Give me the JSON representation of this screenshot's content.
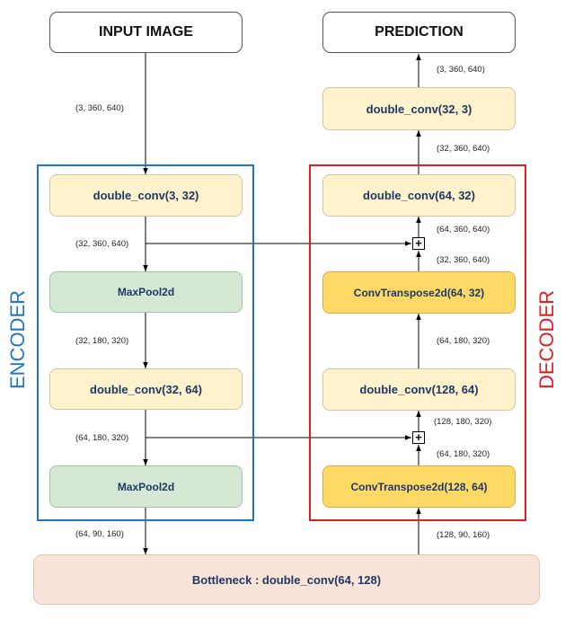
{
  "colors": {
    "encoder": "#1f77c4",
    "decoder": "#e02020",
    "double_conv": "#fff2cc",
    "maxpool": "#d5e8d4",
    "conv_transpose": "#ffd966",
    "bottleneck": "#fae3d8",
    "block_text": "#1f3864"
  },
  "icons": {
    "merge": "plus-junction-icon"
  },
  "input": {
    "label": "INPUT IMAGE"
  },
  "output": {
    "label": "PREDICTION"
  },
  "encoder": {
    "label": "ENCODER",
    "blocks": [
      "double_conv(3, 32)",
      "MaxPool2d",
      "double_conv(32, 64)",
      "MaxPool2d"
    ],
    "shapes": [
      "(3, 360, 640)",
      "(32, 360, 640)",
      "(32, 180, 320)",
      "(64, 180, 320)",
      "(64, 90, 160)"
    ]
  },
  "bottleneck": {
    "label": "Bottleneck : double_conv(64, 128)"
  },
  "decoder": {
    "label": "DECODER",
    "blocks": [
      "ConvTranspose2d(128, 64)",
      "double_conv(128, 64)",
      "ConvTranspose2d(64, 32)",
      "double_conv(64, 32)",
      "double_conv(32, 3)"
    ],
    "shapes": [
      "(128, 90, 160)",
      "(64, 180, 320)",
      "(128, 180, 320)",
      "(64, 180, 320)",
      "(32, 360, 640)",
      "(64, 360, 640)",
      "(32, 360, 640)",
      "(3, 360, 640)"
    ]
  }
}
